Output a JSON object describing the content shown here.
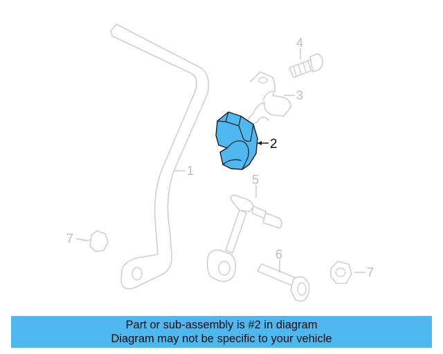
{
  "callouts": {
    "c1": "1",
    "c2": "2",
    "c3": "3",
    "c4": "4",
    "c5": "5",
    "c6": "6",
    "c7_left": "7",
    "c7_right": "7"
  },
  "banner": {
    "line1": "Part or sub-assembly is #2 in diagram",
    "line2": "Diagram may not be specific to your vehicle"
  },
  "colors": {
    "highlight": "#4fb8f0",
    "parts_outline": "#cfcfcf"
  }
}
